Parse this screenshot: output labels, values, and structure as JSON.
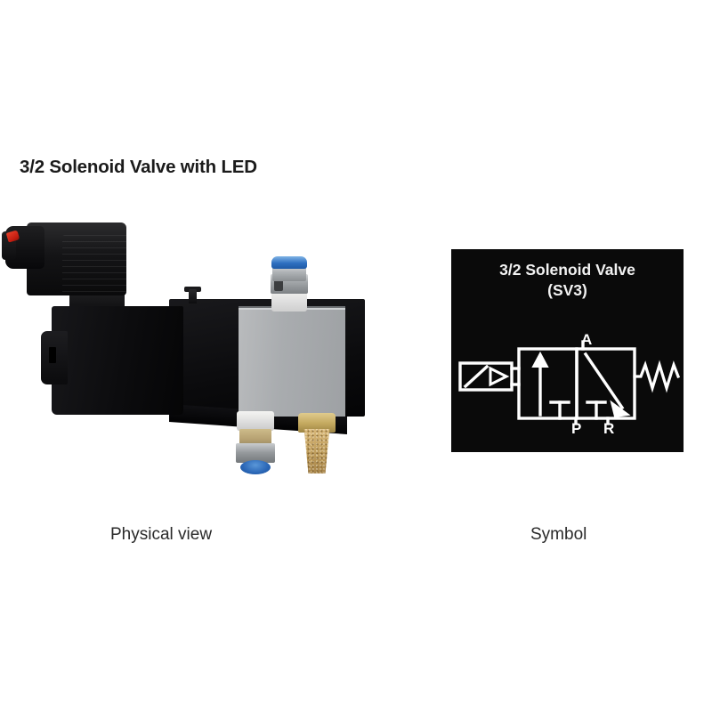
{
  "page": {
    "title": "3/2 Solenoid Valve with LED",
    "background_color": "#ffffff"
  },
  "figure": {
    "physical": {
      "caption": "Physical view",
      "components": {
        "din_connector": "DIN-43650 solenoid connector",
        "led": "red LED indicator",
        "led_color": "#c31d10",
        "coil": "solenoid coil",
        "coil_color": "#0c0c0e",
        "valve_body": "aluminium valve body",
        "valve_body_color": "#a9acaf",
        "fitting_top": "push-in fitting (blue cap)",
        "fitting_bottom": "push-in fitting (blue ring)",
        "fitting_color": "#2e6fc0",
        "muffler": "brass sintered silencer",
        "muffler_color": "#c09f5e"
      }
    },
    "symbol": {
      "caption": "Symbol",
      "panel_background": "#0a0a0a",
      "stroke_color": "#ffffff",
      "title_line_1": "3/2 Solenoid Valve",
      "title_line_2": "(SV3)",
      "title": "3/2 Solenoid Valve\n(SV3)",
      "ports": {
        "a": "A",
        "p": "P",
        "r": "R"
      },
      "actuator_left": "solenoid-actuator",
      "actuator_right": "spring-return",
      "positions": 2,
      "position_left": {
        "flow_arrow": "up-arrow",
        "blocked_port": "T-blocked"
      },
      "position_right": {
        "flow_arrow": "diagonal-down-right-arrow",
        "blocked_port": "T-blocked"
      }
    }
  }
}
